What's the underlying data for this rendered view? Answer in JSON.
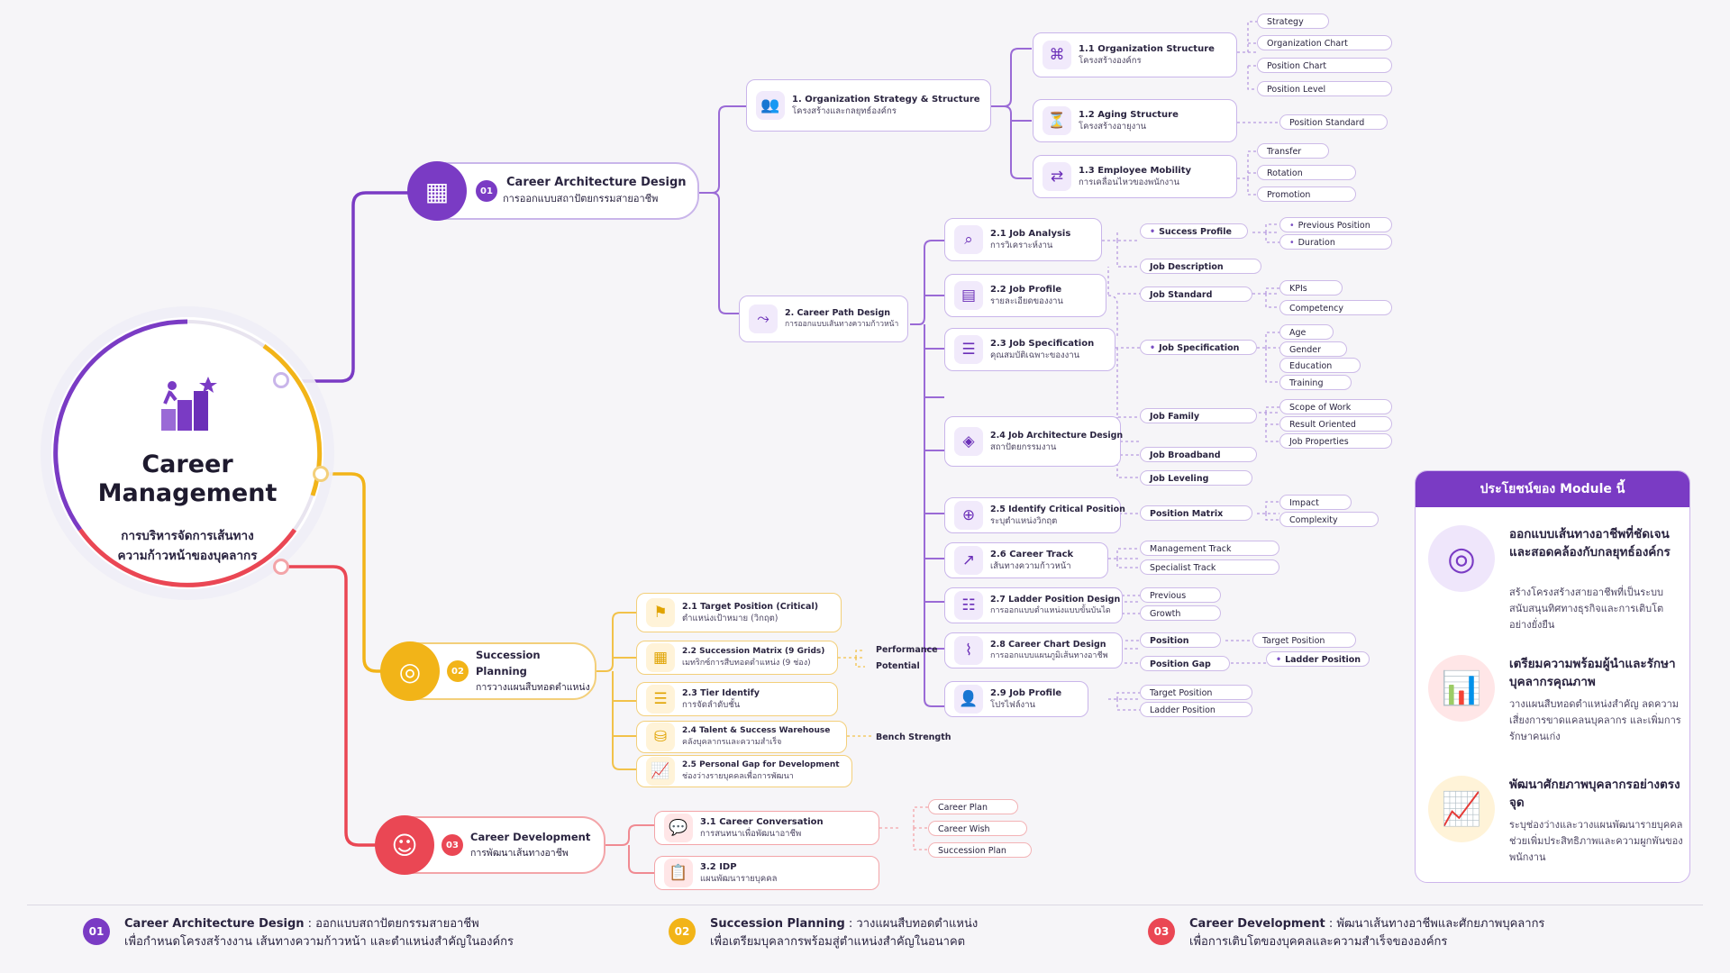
{
  "center": {
    "title_line1": "Career",
    "title_line2": "Management",
    "sub_line1": "การบริหารจัดการเส้นทาง",
    "sub_line2": "ความก้าวหน้าของบุคลากร"
  },
  "colors": {
    "purple": "#7a3bc4",
    "yellow": "#f2b418",
    "red": "#ea4754"
  },
  "branches": {
    "b1": {
      "num": "01",
      "title": "Career Architecture Design",
      "sub": "การออกแบบสถาปัตยกรรมสายอาชีพ"
    },
    "b2": {
      "num": "02",
      "title": "Succession Planning",
      "sub": "การวางแผนสืบทอดตำแหน่ง"
    },
    "b3": {
      "num": "03",
      "title": "Career Development",
      "sub": "การพัฒนาเส้นทางอาชีพ"
    }
  },
  "arch": {
    "n1": {
      "title": "1. Organization Strategy & Structure",
      "sub": "โครงสร้างและกลยุทธ์องค์กร"
    },
    "n11": {
      "title": "1.1 Organization Structure",
      "sub": "โครงสร้างองค์กร"
    },
    "n12": {
      "title": "1.2 Aging Structure",
      "sub": "โครงสร้างอายุงาน"
    },
    "n13": {
      "title": "1.3 Employee Mobility",
      "sub": "การเคลื่อนไหวของพนักงาน"
    },
    "n11_items": [
      "Strategy",
      "Organization Chart",
      "Position Chart",
      "Position Level"
    ],
    "n12_items": [
      "Position Standard"
    ],
    "n13_items": [
      "Transfer",
      "Rotation",
      "Promotion"
    ],
    "n2": {
      "title": "2. Career Path Design",
      "sub": "การออกแบบเส้นทางความก้าวหน้า"
    },
    "n21": {
      "title": "2.1 Job Analysis",
      "sub": "การวิเคราะห์งาน"
    },
    "n22": {
      "title": "2.2 Job Profile",
      "sub": "รายละเอียดของงาน"
    },
    "n23": {
      "title": "2.3 Job Specification",
      "sub": "คุณสมบัติเฉพาะของงาน"
    },
    "n24": {
      "title": "2.4 Job Architecture Design",
      "sub": "สถาปัตยกรรมงาน"
    },
    "n25": {
      "title": "2.5 Identify Critical Position",
      "sub": "ระบุตำแหน่งวิกฤต"
    },
    "n26": {
      "title": "2.6 Career Track",
      "sub": "เส้นทางความก้าวหน้า"
    },
    "n27": {
      "title": "2.7 Ladder Position Design",
      "sub": "การออกแบบตำแหน่งแบบขั้นบันได"
    },
    "n28": {
      "title": "2.8 Career Chart Design",
      "sub": "การออกแบบแผนภูมิเส้นทางอาชีพ"
    },
    "n29": {
      "title": "2.9 Job Profile",
      "sub": "โปรไฟล์งาน"
    },
    "success_profile": "Success Profile",
    "sp_items": [
      "Previous Position",
      "Duration"
    ],
    "job_description": "Job Description",
    "job_standard": "Job Standard",
    "js_items": [
      "KPIs",
      "Competency"
    ],
    "job_specification": "Job Specification",
    "spec_items": [
      "Age",
      "Gender",
      "Education",
      "Training"
    ],
    "job_family": "Job Family",
    "jf_items": [
      "Scope of Work",
      "Result Oriented",
      "Job Properties"
    ],
    "job_broadband": "Job Broadband",
    "job_leveling": "Job Leveling",
    "position_matrix": "Position Matrix",
    "pm_items": [
      "Impact",
      "Complexity"
    ],
    "track_items": [
      "Management Track",
      "Specialist Track"
    ],
    "ladder_items": [
      "Previous",
      "Growth"
    ],
    "chart_position": "Position",
    "chart_target": "Target Position",
    "chart_gap": "Position Gap",
    "chart_ladder": "Ladder Position",
    "profile_items": [
      "Target Position",
      "Ladder Position"
    ]
  },
  "succ": {
    "n21": {
      "title": "2.1 Target Position (Critical)",
      "sub": "ตำแหน่งเป้าหมาย (วิกฤต)"
    },
    "n22": {
      "title": "2.2 Succession Matrix (9 Grids)",
      "sub": "เมทริกซ์การสืบทอดตำแหน่ง (9 ช่อง)"
    },
    "n23": {
      "title": "2.3 Tier Identify",
      "sub": "การจัดลำดับชั้น"
    },
    "n24": {
      "title": "2.4 Talent & Success Warehouse",
      "sub": "คลังบุคลากรและความสำเร็จ"
    },
    "n25": {
      "title": "2.5 Personal Gap for Development",
      "sub": "ช่องว่างรายบุคคลเพื่อการพัฒนา"
    },
    "performance": "Performance",
    "potential": "Potential",
    "bench": "Bench Strength"
  },
  "dev": {
    "n31": {
      "title": "3.1 Career Conversation",
      "sub": "การสนทนาเพื่อพัฒนาอาชีพ"
    },
    "n32": {
      "title": "3.2 IDP",
      "sub": "แผนพัฒนารายบุคคล"
    },
    "items": [
      "Career Plan",
      "Career Wish",
      "Succession Plan"
    ]
  },
  "panel": {
    "title": "ประโยชน์ของ Module นี้",
    "b1_title": "ออกแบบเส้นทางอาชีพที่ชัดเจนและสอดคล้องกับกลยุทธ์องค์กร",
    "b1_desc": "สร้างโครงสร้างสายอาชีพที่เป็นระบบ สนับสนุนทิศทางธุรกิจและการเติบโตอย่างยั่งยืน",
    "b2_title": "เตรียมความพร้อมผู้นำและรักษาบุคลากรคุณภาพ",
    "b2_desc": "วางแผนสืบทอดตำแหน่งสำคัญ ลดความเสี่ยงการขาดแคลนบุคลากร และเพิ่มการรักษาคนเก่ง",
    "b3_title": "พัฒนาศักยภาพบุคลากรอย่างตรงจุด",
    "b3_desc": "ระบุช่องว่างและวางแผนพัฒนารายบุคคล ช่วยเพิ่มประสิทธิภาพและความผูกพันของพนักงาน"
  },
  "legend": {
    "l1": {
      "num": "01",
      "name": "Career Architecture Design",
      "line1": " : ออกแบบสถาปัตยกรรมสายอาชีพ",
      "line2": "เพื่อกำหนดโครงสร้างงาน เส้นทางความก้าวหน้า และตำแหน่งสำคัญในองค์กร"
    },
    "l2": {
      "num": "02",
      "name": "Succession Planning",
      "line1": " : วางแผนสืบทอดตำแหน่ง",
      "line2": "เพื่อเตรียมบุคลากรพร้อมสู่ตำแหน่งสำคัญในอนาคต"
    },
    "l3": {
      "num": "03",
      "name": "Career Development",
      "line1": " : พัฒนาเส้นทางอาชีพและศักยภาพบุคลากร",
      "line2": "เพื่อการเติบโตของบุคคลและความสำเร็จขององค์กร"
    }
  }
}
